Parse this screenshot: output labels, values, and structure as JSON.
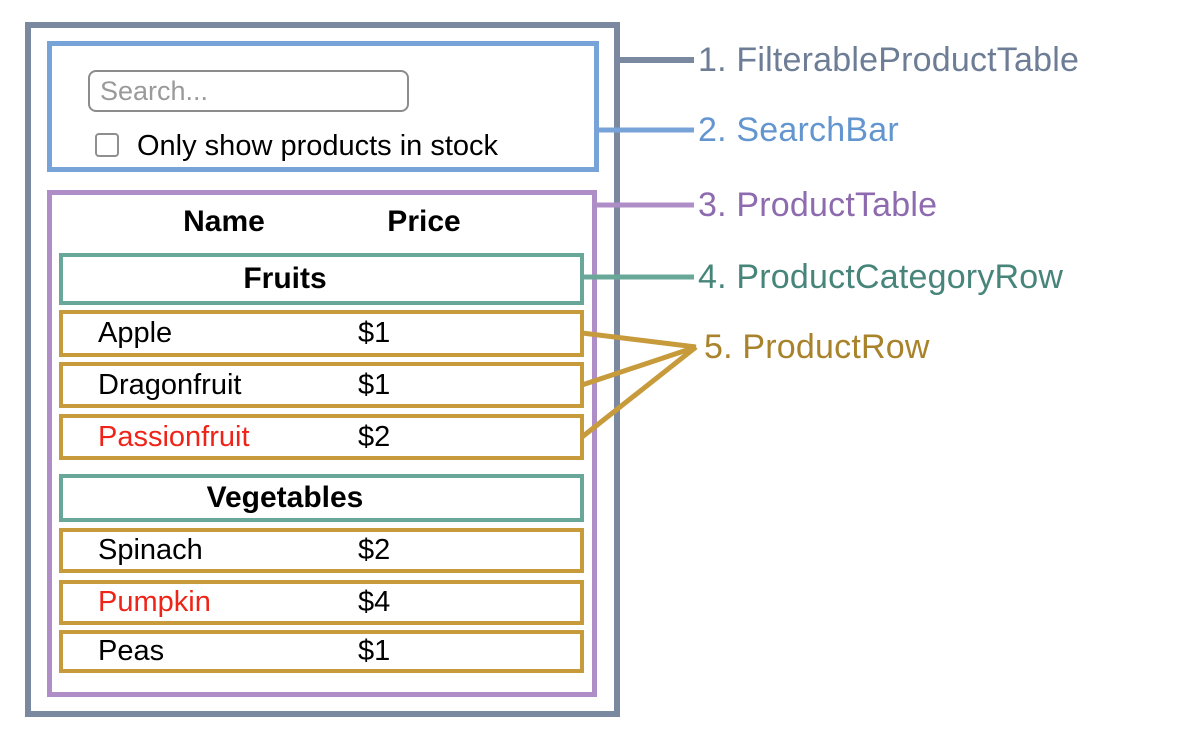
{
  "diagram": {
    "search_bar": {
      "search_placeholder": "Search...",
      "checkbox_label": "Only show products in stock",
      "checkbox_checked": false
    },
    "product_table": {
      "headers": {
        "name": "Name",
        "price": "Price"
      },
      "sections": [
        {
          "category": "Fruits",
          "rows": [
            {
              "name": "Apple",
              "price": "$1",
              "in_stock": true
            },
            {
              "name": "Dragonfruit",
              "price": "$1",
              "in_stock": true
            },
            {
              "name": "Passionfruit",
              "price": "$2",
              "in_stock": false
            }
          ]
        },
        {
          "category": "Vegetables",
          "rows": [
            {
              "name": "Spinach",
              "price": "$2",
              "in_stock": true
            },
            {
              "name": "Pumpkin",
              "price": "$4",
              "in_stock": false
            },
            {
              "name": "Peas",
              "price": "$1",
              "in_stock": true
            }
          ]
        }
      ]
    },
    "legend": [
      {
        "label": "1. FilterableProductTable",
        "color": "#6E7D96"
      },
      {
        "label": "2. SearchBar",
        "color": "#6396CF"
      },
      {
        "label": "3. ProductTable",
        "color": "#8D6BAE"
      },
      {
        "label": "4. ProductCategoryRow",
        "color": "#47857A"
      },
      {
        "label": "5. ProductRow",
        "color": "#A8832B"
      }
    ],
    "colors": {
      "filterable_product_table_border": "#7B89A0",
      "search_bar_border": "#78A3D8",
      "product_table_border": "#AF8EC8",
      "category_row_border": "#69A899",
      "product_row_border": "#C79B3C",
      "out_of_stock_text": "#EF2419",
      "text": "#000000"
    }
  }
}
